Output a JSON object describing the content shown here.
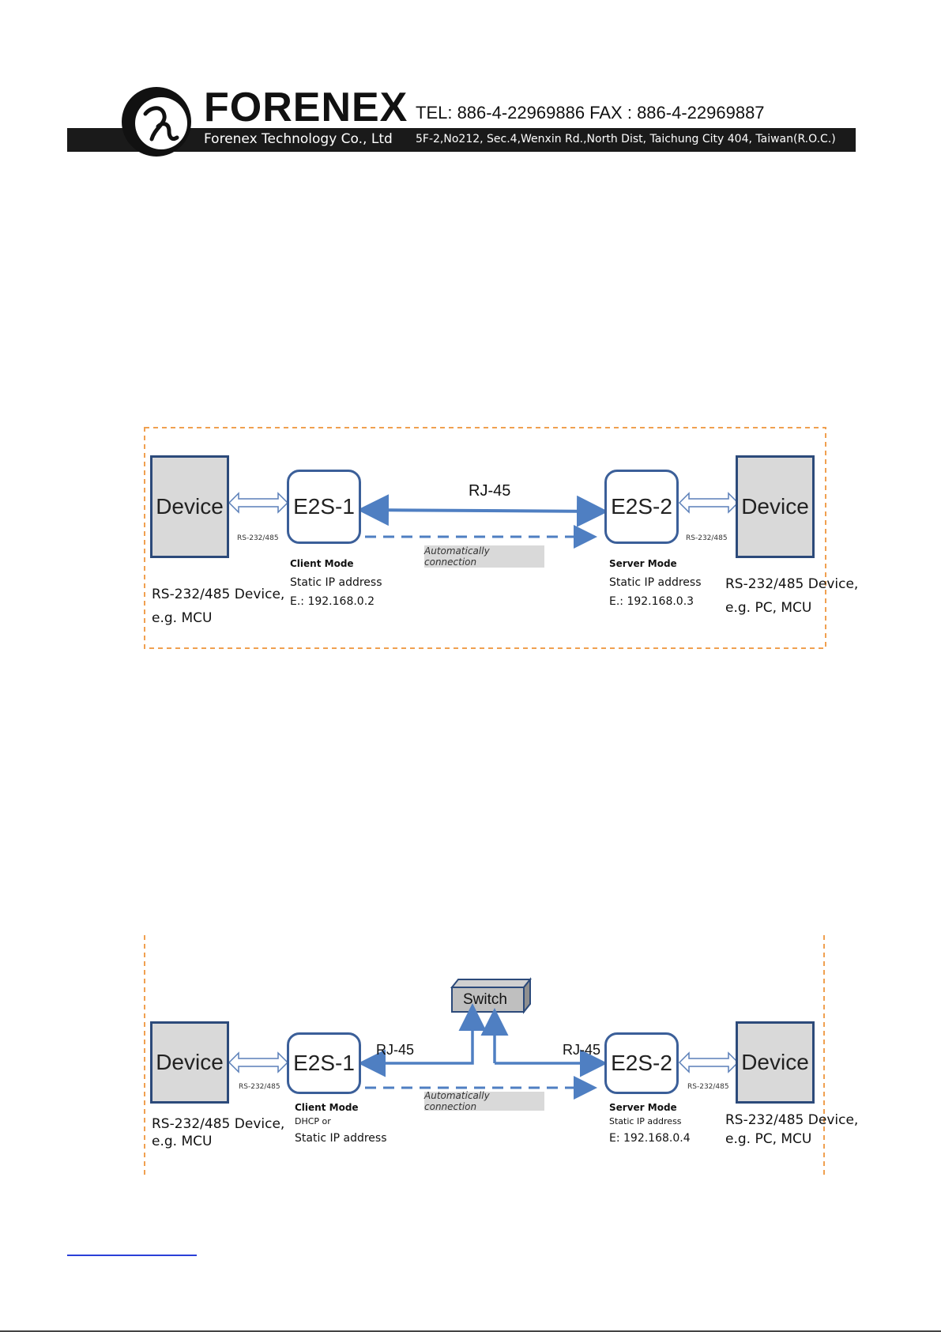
{
  "header": {
    "brand": "FORENEX",
    "contact": "TEL: 886-4-22969886  FAX : 886-4-22969887",
    "company": "Forenex Technology Co., Ltd",
    "address": "5F-2,No212, Sec.4,Wenxin Rd.,North Dist, Taichung City 404, Taiwan(R.O.C.)"
  },
  "diagram1": {
    "device_left": "Device",
    "device_right": "Device",
    "e2s_left": "E2S-1",
    "e2s_right": "E2S-2",
    "rj45": "RJ-45",
    "serial_left": "RS-232/485",
    "serial_right": "RS-232/485",
    "auto_label": "Automatically connection",
    "client_mode": "Client Mode",
    "client_line1": "Static IP address",
    "client_line2": "E.: 192.168.0.2",
    "server_mode": "Server Mode",
    "server_line1": "Static IP address",
    "server_line2": "E.: 192.168.0.3",
    "left_desc1": "RS-232/485 Device,",
    "left_desc2": "e.g. MCU",
    "right_desc1": "RS-232/485 Device,",
    "right_desc2": "e.g. PC, MCU"
  },
  "diagram2": {
    "device_left": "Device",
    "device_right": "Device",
    "e2s_left": "E2S-1",
    "e2s_right": "E2S-2",
    "switch": "Switch",
    "rj45_left": "RJ-45",
    "rj45_right": "RJ-45",
    "serial_left": "RS-232/485",
    "serial_right": "RS-232/485",
    "auto_label": "Automatically connection",
    "client_mode": "Client Mode",
    "client_line1": "DHCP or",
    "client_line2": "Static IP address",
    "server_mode": "Server Mode",
    "server_line1": "Static IP address",
    "server_line2": "E: 192.168.0.4",
    "left_desc1": "RS-232/485 Device,",
    "left_desc2": "e.g. MCU",
    "right_desc1": "RS-232/485 Device,",
    "right_desc2": "e.g. PC, MCU"
  },
  "colors": {
    "frame": "#f0a050",
    "arrow": "#4f7fc2",
    "device_fill": "#d9d9d9",
    "device_border": "#2c4a7a"
  }
}
